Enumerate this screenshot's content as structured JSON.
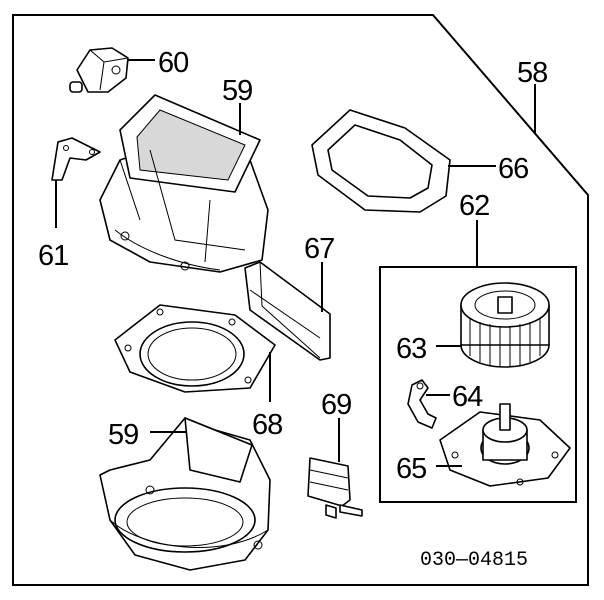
{
  "callouts": {
    "c58": "58",
    "c59a": "59",
    "c59b": "59",
    "c60": "60",
    "c61": "61",
    "c62": "62",
    "c63": "63",
    "c64": "64",
    "c65": "65",
    "c66": "66",
    "c67": "67",
    "c68": "68",
    "c69": "69"
  },
  "diagram_code": "030—04815"
}
